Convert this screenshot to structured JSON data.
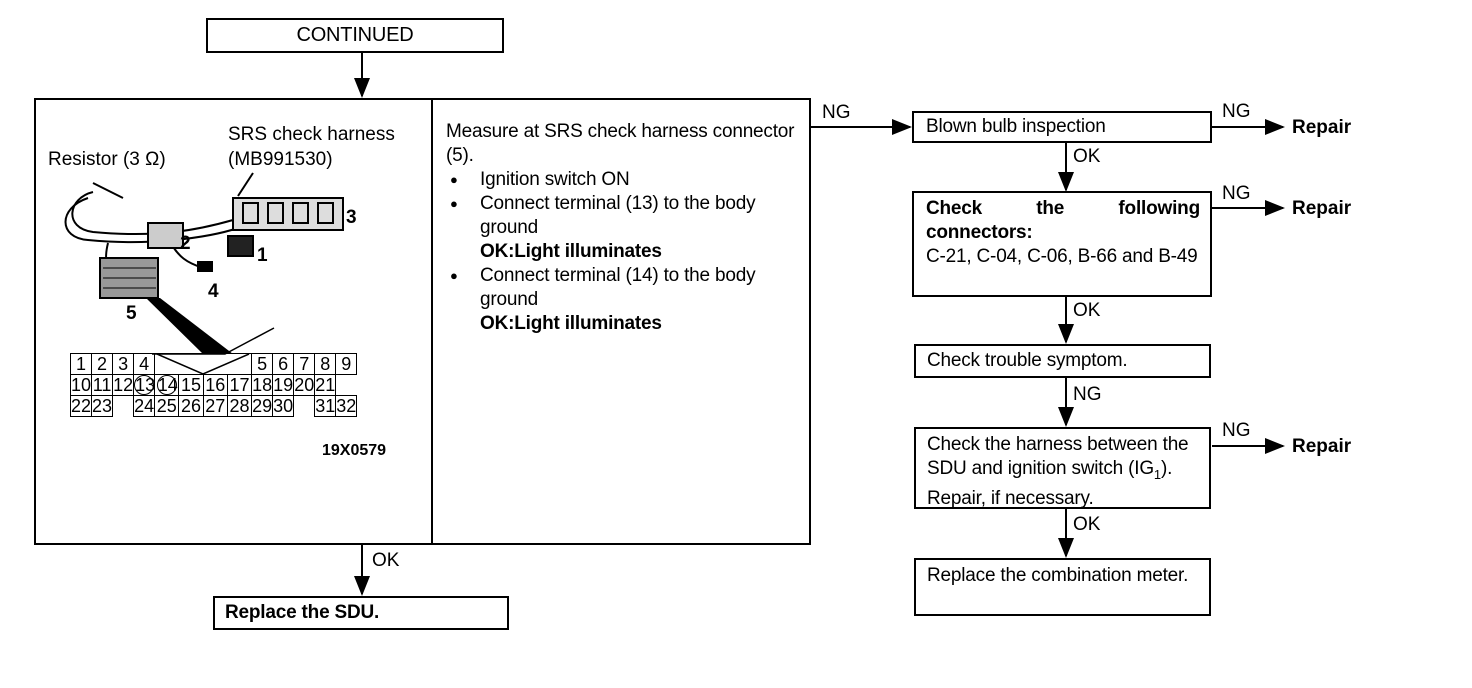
{
  "continued": "CONTINUED",
  "figure": {
    "resistor_label": "Resistor (3 Ω)",
    "harness_label_line1": "SRS check harness",
    "harness_label_line2": "(MB991530)",
    "callouts": [
      "1",
      "2",
      "3",
      "4",
      "5"
    ],
    "connector_row1": [
      "1",
      "2",
      "3",
      "4",
      "",
      "5",
      "6",
      "7",
      "8",
      "9"
    ],
    "connector_row2": [
      "10",
      "11",
      "12",
      "13",
      "14",
      "15",
      "16",
      "17",
      "18",
      "19",
      "20",
      "21"
    ],
    "connector_row3": [
      "22",
      "23",
      "",
      "24",
      "25",
      "26",
      "27",
      "28",
      "29",
      "30",
      "",
      "31",
      "32"
    ],
    "figure_code": "19X0579"
  },
  "measure": {
    "intro": "Measure at SRS check harness connector (5).",
    "bullets": [
      "Ignition switch ON",
      "Connect terminal (13) to the body ground",
      "Connect terminal (14) to the body ground"
    ],
    "ok1": "OK:Light illuminates",
    "ok2": "OK:Light illuminates"
  },
  "labels": {
    "ng": "NG",
    "ok": "OK",
    "repair": "Repair"
  },
  "steps": {
    "replace_sdu": "Replace the SDU.",
    "blown_bulb": "Blown bulb inspection",
    "check_connectors_head": "Check the following connectors:",
    "check_connectors_list": "C-21, C-04, C-06, B-66 and B-49",
    "trouble_symptom": "Check trouble symptom.",
    "harness_check_a": "Check the harness between the SDU and ignition switch (IG",
    "harness_check_sub": "1",
    "harness_check_b": "). Repair, if necessary.",
    "replace_meter": "Replace the combination meter."
  }
}
